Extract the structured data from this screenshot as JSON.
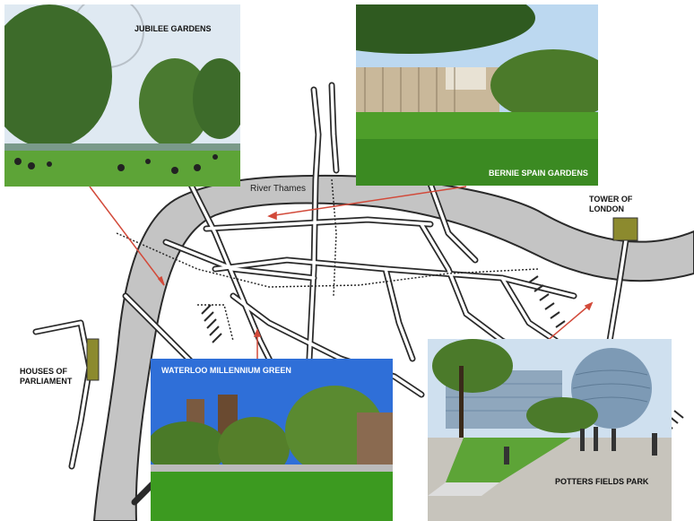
{
  "labels": {
    "river": "River Thames",
    "tower": "TOWER OF\nLONDON",
    "houses": "HOUSES OF\nPARLIAMENT"
  },
  "photos": {
    "jubilee": "JUBILEE GARDENS",
    "bernie": "BERNIE SPAIN GARDENS",
    "waterloo": "WATERLOO MILLENNIUM GREEN",
    "potters": "POTTERS FIELDS PARK"
  },
  "colors": {
    "river": "#c4c4c4",
    "landmark": "#8c8a2e",
    "pointer": "#d24a3a",
    "grass": "#3a8a22",
    "sky": "#bcd8f0"
  }
}
